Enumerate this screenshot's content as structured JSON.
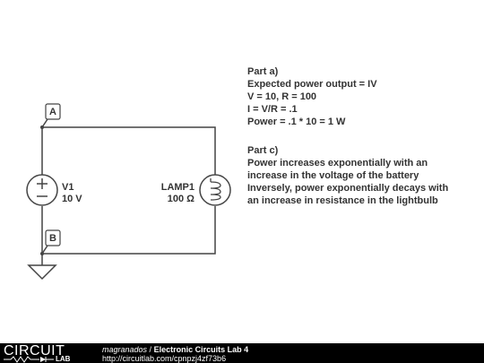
{
  "circuit": {
    "node_a": "A",
    "node_b": "B",
    "source": {
      "name": "V1",
      "value": "10 V"
    },
    "lamp": {
      "name": "LAMP1",
      "value": "100 Ω"
    }
  },
  "notes": {
    "part_a": [
      "Part a)",
      "Expected power output = IV",
      "V = 10, R = 100",
      "I = V/R = .1",
      "Power = .1 * 10 = 1 W"
    ],
    "part_c": [
      "Part c)",
      "Power increases exponentially with an",
      "increase in the voltage of the battery",
      "Inversely, power exponentially decays with",
      "an increase in resistance in the lightbulb"
    ]
  },
  "footer": {
    "logo_word": "CIRCUIT",
    "logo_sub": "LAB",
    "author": "magranados",
    "separator": " / ",
    "title": "Electronic Circuits Lab 4",
    "url": "http://circuitlab.com/cpnpzj4zf73b6"
  }
}
